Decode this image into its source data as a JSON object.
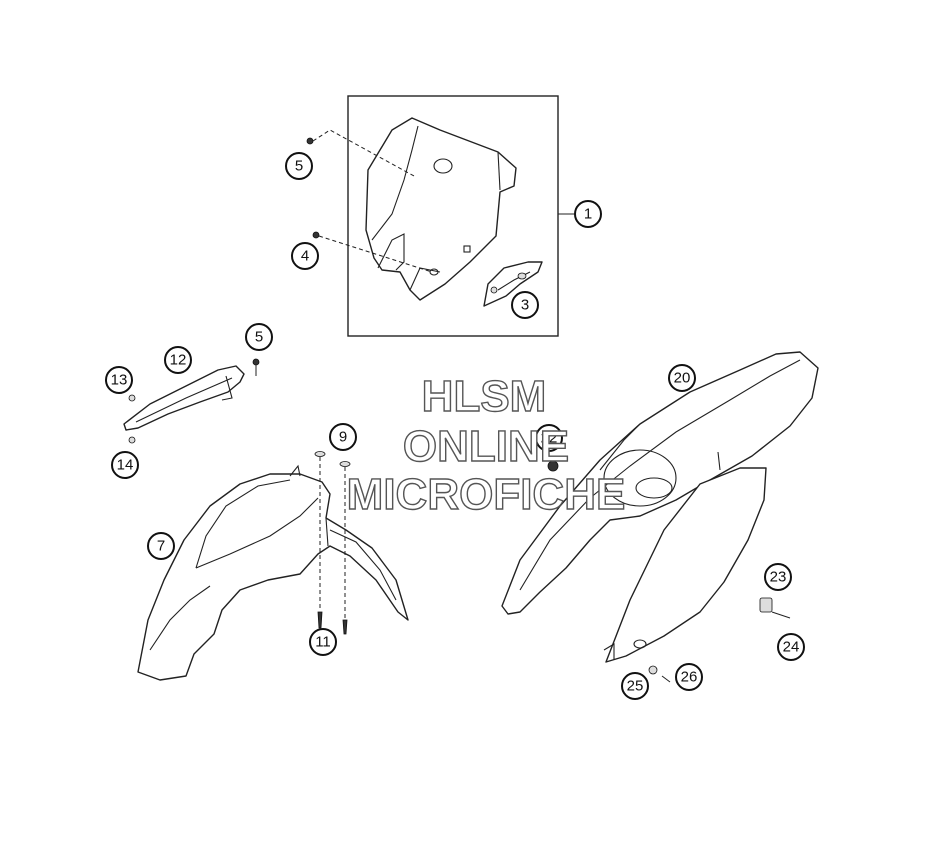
{
  "callouts": [
    {
      "id": "c1",
      "label": "1"
    },
    {
      "id": "c3",
      "label": "3"
    },
    {
      "id": "c4",
      "label": "4"
    },
    {
      "id": "c5a",
      "label": "5"
    },
    {
      "id": "c5b",
      "label": "5"
    },
    {
      "id": "c7",
      "label": "7"
    },
    {
      "id": "c9",
      "label": "9"
    },
    {
      "id": "c11",
      "label": "11"
    },
    {
      "id": "c12",
      "label": "12"
    },
    {
      "id": "c13",
      "label": "13"
    },
    {
      "id": "c14",
      "label": "14"
    },
    {
      "id": "c20",
      "label": "20"
    },
    {
      "id": "c22",
      "label": "22"
    },
    {
      "id": "c23",
      "label": "23"
    },
    {
      "id": "c24",
      "label": "24"
    },
    {
      "id": "c25",
      "label": "25"
    },
    {
      "id": "c26",
      "label": "26"
    }
  ],
  "watermark": {
    "line1": "HLSM",
    "line2": "ONLINE",
    "line3": "MICROFICHE"
  }
}
